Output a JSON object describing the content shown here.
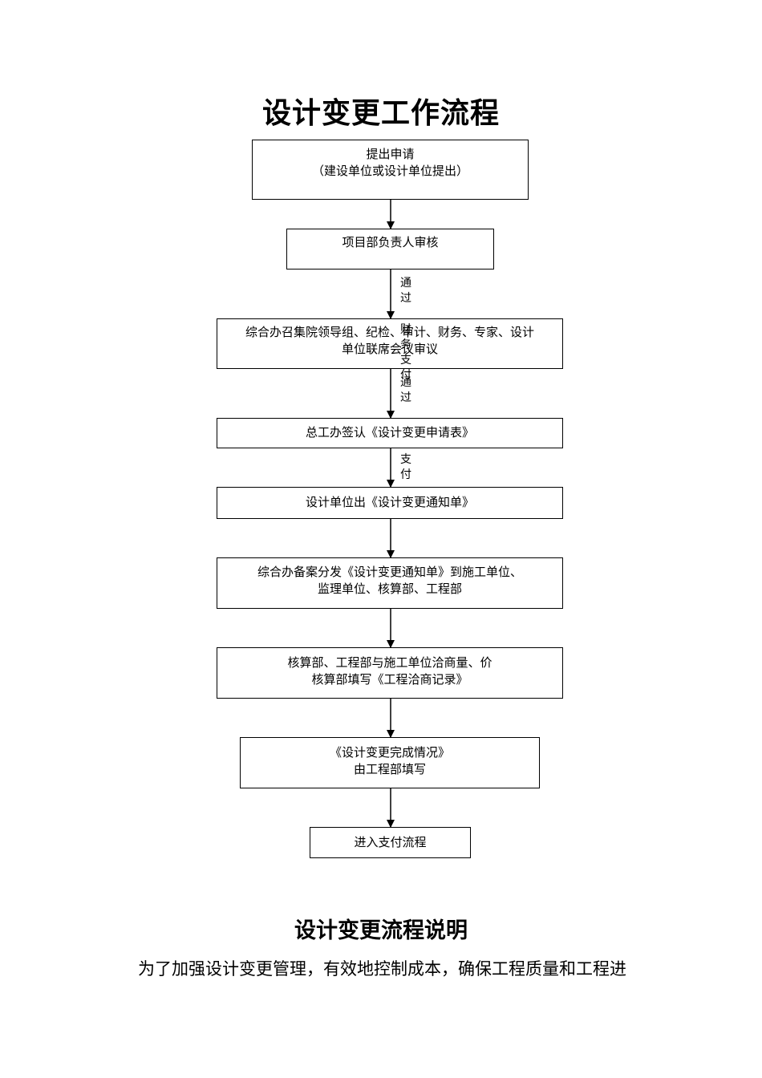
{
  "title": "设计变更工作流程",
  "steps": [
    {
      "line1": "提出申请",
      "line2": "（建设单位或设计单位提出）"
    },
    {
      "line1": "项目部负责人审核"
    },
    {
      "line1": "综合办召集院领导组、纪检、审计、财务、专家、设计",
      "line2": "单位联席会议审议"
    },
    {
      "line1": "总工办签认《设计变更申请表》"
    },
    {
      "line1": "设计单位出《设计变更通知单》"
    },
    {
      "line1": "综合办备案分发《设计变更通知单》到施工单位、",
      "line2": "监理单位、核算部、工程部"
    },
    {
      "line1": "核算部、工程部与施工单位洽商量、价",
      "line2": "核算部填写《工程洽商记录》"
    },
    {
      "line1": "《设计变更完成情况》",
      "line2": "由工程部填写"
    },
    {
      "line1": "进入支付流程"
    }
  ],
  "edge_notes": {
    "pass_1": [
      "通",
      "过"
    ],
    "side_1": [
      "财",
      "务",
      "支",
      "付"
    ],
    "pass_2": [
      "通",
      "过"
    ],
    "side_2": [
      "支",
      "付"
    ]
  },
  "explanation": {
    "heading": "设计变更流程说明",
    "paragraph": "为了加强设计变更管理，有效地控制成本，确保工程质量和工程进"
  }
}
